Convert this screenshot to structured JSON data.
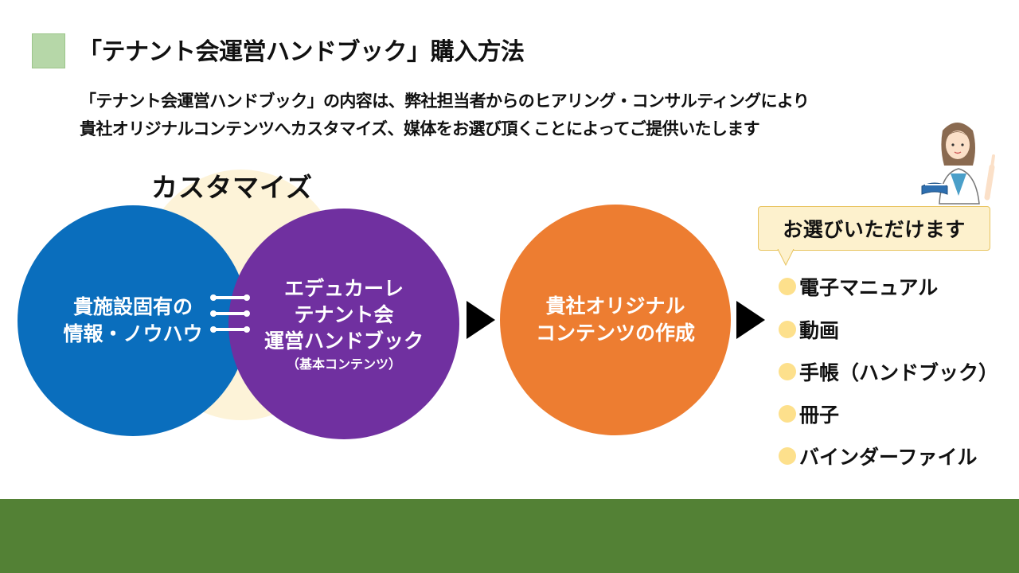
{
  "title": "「テナント会運営ハンドブック」購入方法",
  "intro": {
    "line1": "「テナント会運営ハンドブック」の内容は、弊社担当者からのヒアリング・コンサルティングにより",
    "line2": "貴社オリジナルコンテンツへカスタマイズ、媒体をお選び頂くことによってご提供いたします"
  },
  "customize_label": "カスタマイズ",
  "circles": {
    "info": {
      "line1": "貴施設固有の",
      "line2": "情報・ノウハウ"
    },
    "handbook": {
      "line1": "エデュカーレ",
      "line2": "テナント会",
      "line3": "運営ハンドブック",
      "sub": "（基本コンテンツ）"
    },
    "original": {
      "line1": "貴社オリジナル",
      "line2": "コンテンツの作成"
    }
  },
  "callout": "お選びいただけます",
  "media_options": [
    "電子マニュアル",
    "動画",
    "手帳（ハンドブック）",
    "冊子",
    "バインダーファイル"
  ],
  "colors": {
    "blue": "#0a6ebd",
    "purple": "#7030a0",
    "orange": "#ed7d31",
    "green_bar": "#538135",
    "title_square": "#b6d7a8",
    "customize_bg": "#fdf3d8",
    "dot": "#fde08c"
  }
}
